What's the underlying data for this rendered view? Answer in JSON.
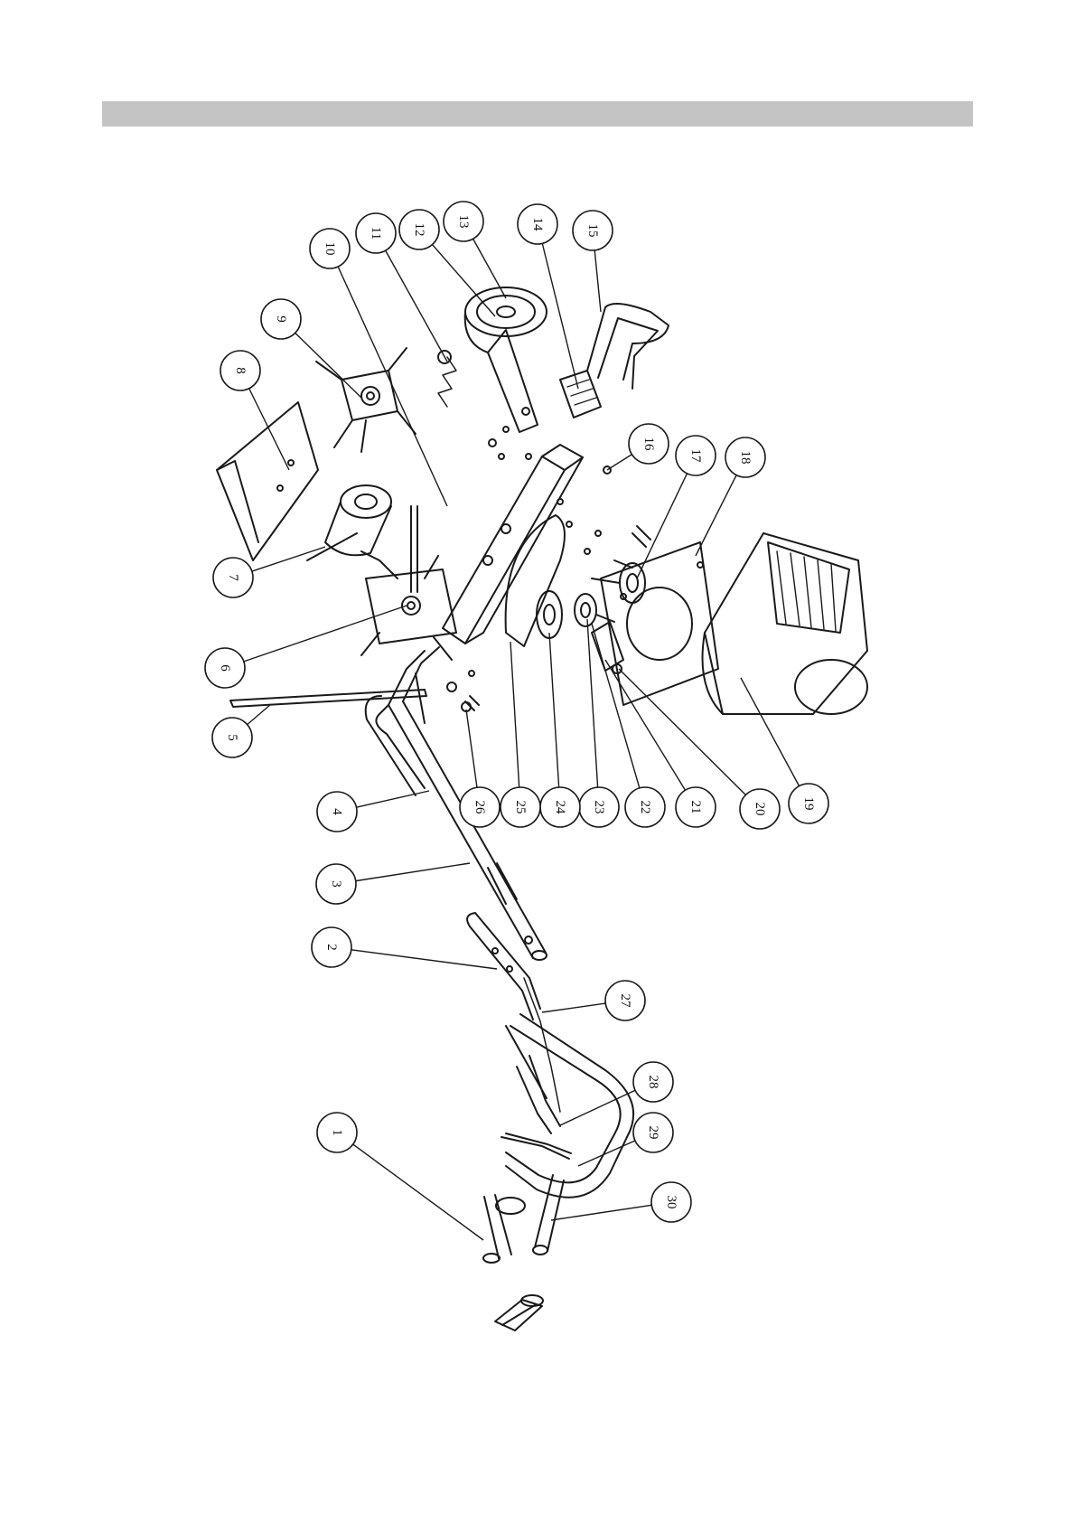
{
  "header": {
    "color": "#c4c4c4"
  },
  "diagram": {
    "callouts": [
      {
        "n": "1"
      },
      {
        "n": "2"
      },
      {
        "n": "3"
      },
      {
        "n": "4"
      },
      {
        "n": "5"
      },
      {
        "n": "6"
      },
      {
        "n": "7"
      },
      {
        "n": "8"
      },
      {
        "n": "9"
      },
      {
        "n": "10"
      },
      {
        "n": "11"
      },
      {
        "n": "12"
      },
      {
        "n": "13"
      },
      {
        "n": "14"
      },
      {
        "n": "15"
      },
      {
        "n": "16"
      },
      {
        "n": "17"
      },
      {
        "n": "18"
      },
      {
        "n": "19"
      },
      {
        "n": "20"
      },
      {
        "n": "21"
      },
      {
        "n": "22"
      },
      {
        "n": "23"
      },
      {
        "n": "24"
      },
      {
        "n": "25"
      },
      {
        "n": "26"
      },
      {
        "n": "27"
      },
      {
        "n": "28"
      },
      {
        "n": "29"
      },
      {
        "n": "30"
      }
    ]
  }
}
